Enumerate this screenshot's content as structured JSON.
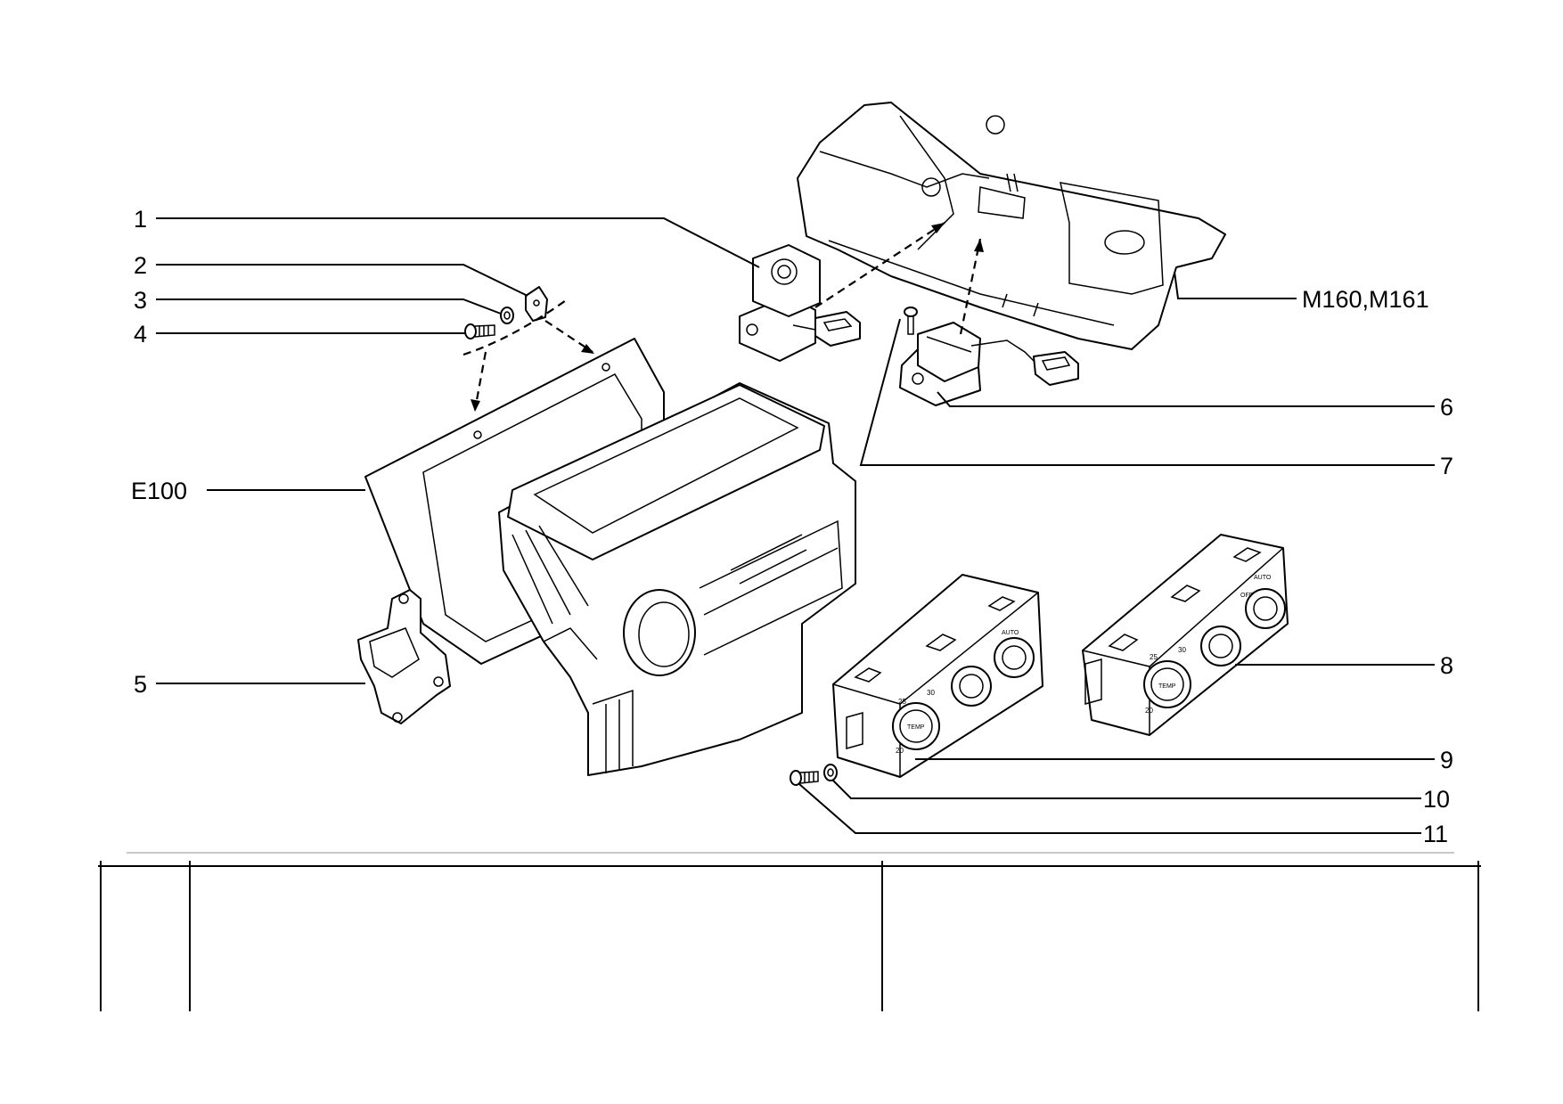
{
  "callouts": [
    {
      "id": "1",
      "label": "1"
    },
    {
      "id": "2",
      "label": "2"
    },
    {
      "id": "3",
      "label": "3"
    },
    {
      "id": "4",
      "label": "4"
    },
    {
      "id": "e100",
      "label": "E100"
    },
    {
      "id": "5",
      "label": "5"
    },
    {
      "id": "m160",
      "label": "M160,M161"
    },
    {
      "id": "6",
      "label": "6"
    },
    {
      "id": "7",
      "label": "7"
    },
    {
      "id": "8",
      "label": "8"
    },
    {
      "id": "9",
      "label": "9"
    },
    {
      "id": "10",
      "label": "10"
    },
    {
      "id": "11",
      "label": "11"
    }
  ],
  "knob_labels": {
    "temp": "TEMP",
    "auto": "AUTO",
    "off": "OFF"
  },
  "scale_labels": [
    "20",
    "25",
    "30"
  ]
}
